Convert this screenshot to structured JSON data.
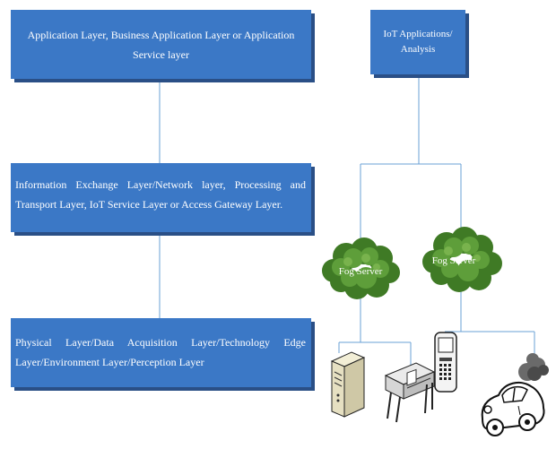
{
  "layers": {
    "application": {
      "line1": "Application Layer, Business Application Layer or Application",
      "line2": "Service layer"
    },
    "information": {
      "line1": "Information Exchange Layer/Network layer, Processing and",
      "line2": "Transport Layer, IoT Service Layer or Access Gateway Layer."
    },
    "physical": {
      "line1": "Physical Layer/Data Acquisition Layer/Technology Edge",
      "line2": "Layer/Environment Layer/Perception Layer"
    }
  },
  "iot_box": {
    "line1": "IoT Applications/",
    "line2": "Analysis"
  },
  "fog_servers": [
    {
      "label": "Fog Server"
    },
    {
      "label": "Fog Server"
    }
  ],
  "colors": {
    "box_fill": "#3b78c6",
    "box_shadow": "#2a4f86",
    "connector": "#6aa0d6",
    "cloud_fill": "#4d8c2f"
  },
  "devices": [
    "server-tower-icon",
    "printer-plotter-icon",
    "mobile-phone-icon",
    "car-icon"
  ]
}
